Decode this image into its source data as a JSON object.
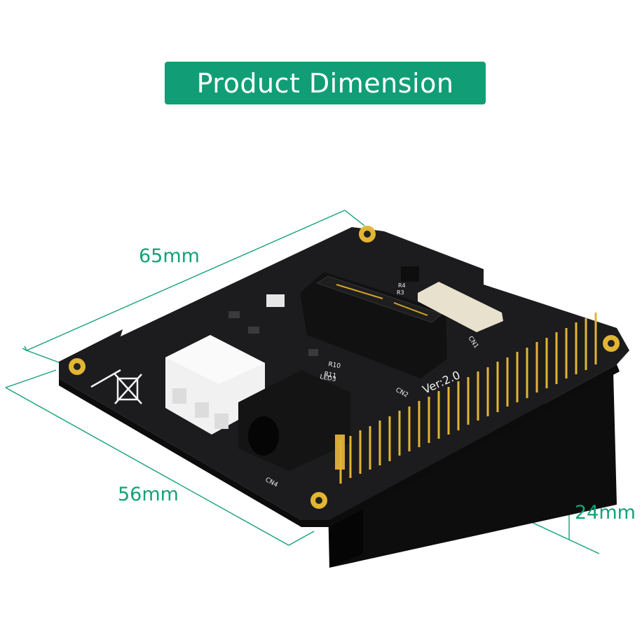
{
  "header": {
    "title": "Product Dimension"
  },
  "dimensions": {
    "length": "65mm",
    "width": "56mm",
    "height": "24mm"
  },
  "silkscreen": {
    "version": "Ver:2.0",
    "cn1": "CN1",
    "cn2": "CN2",
    "cn4": "CN4",
    "r10": "R10",
    "r11": "R11",
    "led3": "LED3",
    "r4": "R4",
    "r3": "R3"
  },
  "colors": {
    "accent": "#119e76",
    "dimension_line": "#14a178",
    "pcb": "#1c1c1e",
    "gold": "#e2b533"
  }
}
